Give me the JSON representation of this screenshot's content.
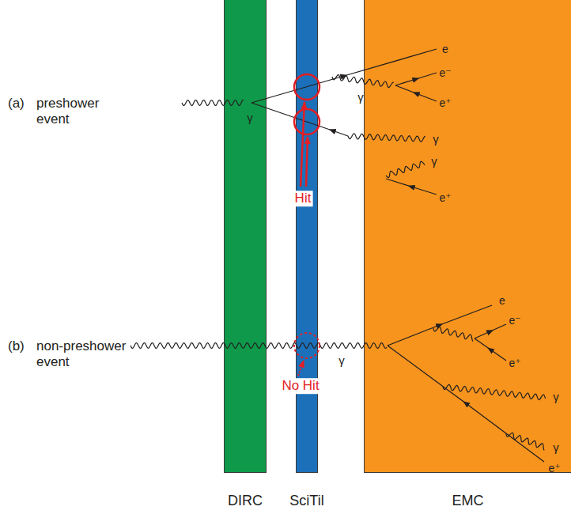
{
  "diagram": {
    "nodes": [
      {
        "text": [
          "DIRC"
        ]
      },
      {
        "text": [
          "SciTil"
        ]
      },
      {
        "text": [
          "EMC"
        ]
      }
    ],
    "labels": [
      "(a)",
      "preshower event",
      "γ",
      "e",
      "e⁻",
      "γ",
      "e⁺",
      "γ",
      "γ",
      "e⁺",
      "Hit",
      "(b)",
      "non-preshower event",
      "γ",
      "No Hit",
      "e",
      "e⁻",
      "e⁺",
      "γ",
      "γ",
      "e⁺"
    ]
  }
}
